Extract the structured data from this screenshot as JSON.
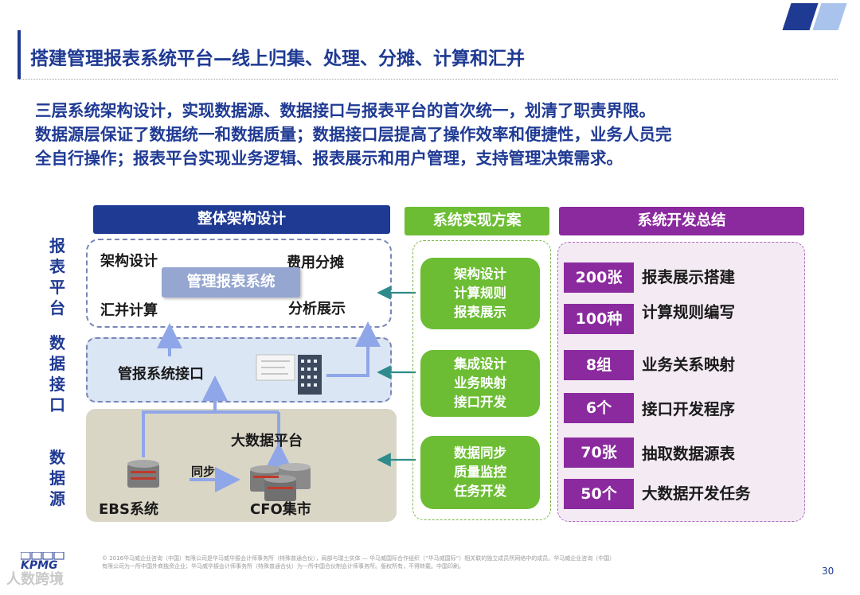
{
  "title": "搭建管理报表系统平台—线上归集、处理、分摊、计算和汇并",
  "intro": [
    "三层系统架构设计，实现数据源、数据接口与报表平台的首次统一，划清了职责界限。",
    "数据源层保证了数据统一和数据质量；数据接口层提高了操作效率和便捷性，业务人员完",
    "全自行操作；报表平台实现业务逻辑、报表展示和用户管理，支持管理决策需求。"
  ],
  "headers": {
    "architecture": "整体架构设计",
    "solution": "系统实现方案",
    "summary": "系统开发总结"
  },
  "layers": {
    "platform": "报表平台",
    "interface": "数据接口",
    "source": "数据源"
  },
  "platform": {
    "arch_design": "架构设计",
    "cost_allocation": "费用分摊",
    "system": "管理报表系统",
    "consolidation": "汇并计算",
    "analysis": "分析展示"
  },
  "interface": {
    "label": "管报系统接口"
  },
  "source": {
    "bigdata": "大数据平台",
    "sync": "同步",
    "ebs": "EBS系统",
    "cfo": "CFO集市"
  },
  "solutions": [
    [
      "架构设计",
      "计算规则",
      "报表展示"
    ],
    [
      "集成设计",
      "业务映射",
      "接口开发"
    ],
    [
      "数据同步",
      "质量监控",
      "任务开发"
    ]
  ],
  "summary": [
    {
      "value": "200张",
      "label": "报表展示搭建"
    },
    {
      "value": "100种",
      "label": "计算规则编写"
    },
    {
      "value": "8组",
      "label": "业务关系映射"
    },
    {
      "value": "6个",
      "label": "接口开发程序"
    },
    {
      "value": "70张",
      "label": "抽取数据源表"
    },
    {
      "value": "50个",
      "label": "大数据开发任务"
    }
  ],
  "footer": {
    "line1": "© 2016华马威企业咨询（中国）有限公司是华马威华振会计师事务所（特殊普通合伙），局部与瑞士实体 — 华马威国际合作组织（“华马威国际”）相关联的独立成员所网络中的成员。华马威企业咨询（中国）",
    "line2": "有限公司为一所中国外商独资企业；华马威华振会计师事务所（特殊普通合伙）为一所中国合伙制会计师事务所。版权所有，不得转载。中国印刷。",
    "logo": "KPMG",
    "watermark": "人数跨境",
    "page": "30"
  },
  "colors": {
    "navy": "#1f3a93",
    "green": "#6cbd33",
    "purple": "#8a2a9e",
    "teal_arrow": "#2e8b8b",
    "flow_arrow": "#8fa6e8"
  }
}
